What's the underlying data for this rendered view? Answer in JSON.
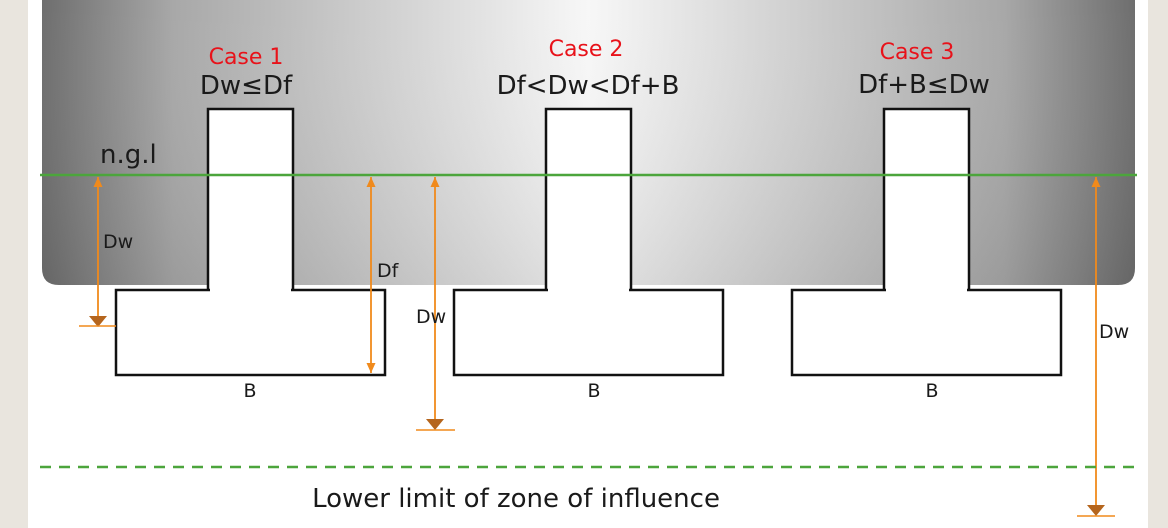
{
  "ground_label": "n.g.l",
  "cases": [
    {
      "title": "Case 1",
      "condition": "Dw≤Df"
    },
    {
      "title": "Case 2",
      "condition": "Df<Dw<Df+B"
    },
    {
      "title": "Case 3",
      "condition": "Df+B≤Dw"
    }
  ],
  "dimension_labels": {
    "dw": "Dw",
    "df": "Df",
    "width": "B"
  },
  "lower_limit_label": "Lower limit of zone of influence",
  "colors": {
    "ground_line": "#4ca53c",
    "dimension": "#f08a1c",
    "water_marker": "#b5651d",
    "case_title": "#e8121a",
    "lower_limit_line": "#4ca53c"
  }
}
